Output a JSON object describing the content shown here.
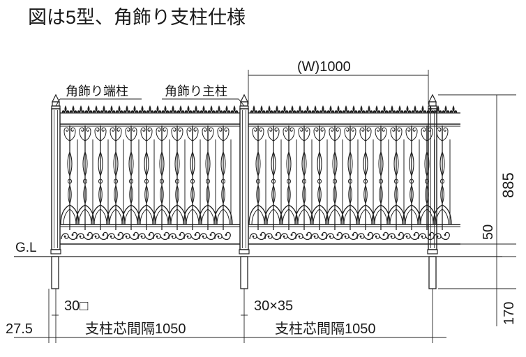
{
  "title": "図は5型、角飾り支柱仕様",
  "labels": {
    "end_post": "角飾り端柱",
    "main_post": "角飾り主柱",
    "ground_line": "G.L",
    "panel_width": "(W)1000",
    "end_post_size": "30□",
    "main_post_size": "30×35",
    "end_offset": "27.5",
    "post_spacing_1": "支柱芯間隔1050",
    "post_spacing_2": "支柱芯間隔1050",
    "height_total": "885",
    "height_clearance": "50",
    "embed_depth": "170"
  }
}
